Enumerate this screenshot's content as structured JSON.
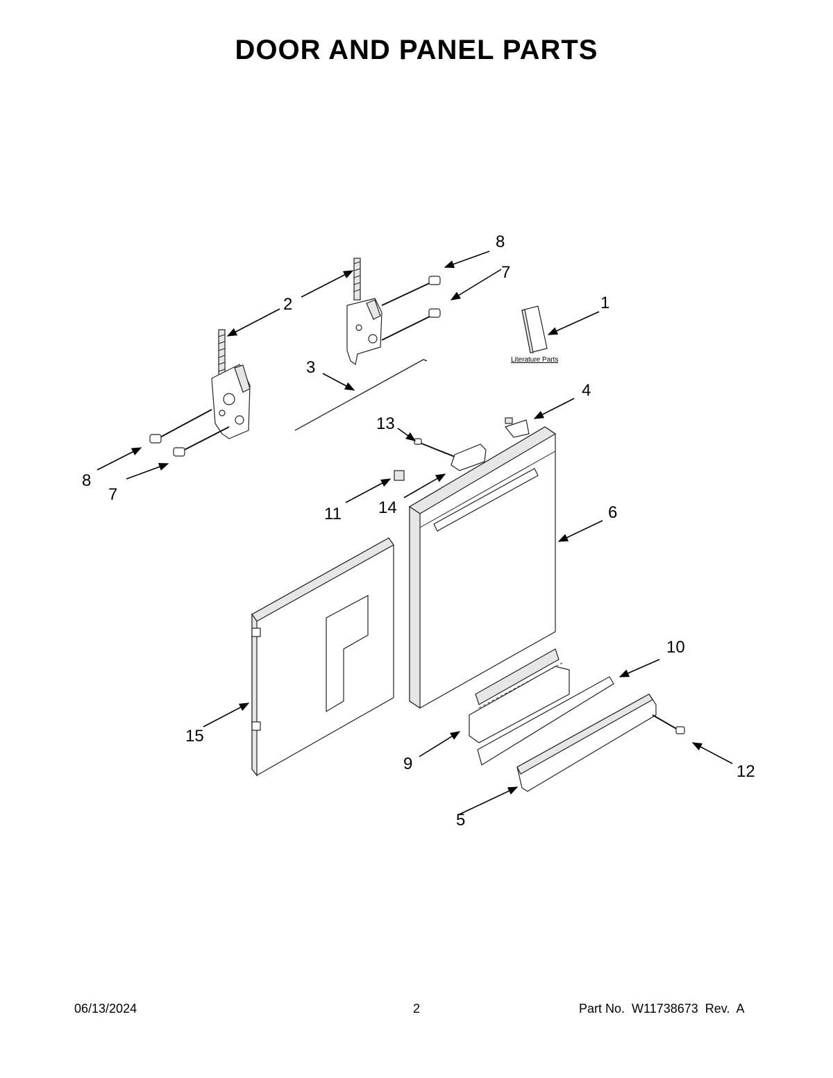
{
  "page": {
    "title": "DOOR AND PANEL PARTS",
    "date": "06/13/2024",
    "page_number": "2",
    "part_no": "Part No.  W11738673  Rev.  A"
  },
  "diagram": {
    "literature_label": "Literature Parts",
    "callouts": {
      "c1": "1",
      "c2": "2",
      "c3": "3",
      "c4": "4",
      "c5": "5",
      "c6": "6",
      "c7a": "7",
      "c7b": "7",
      "c8a": "8",
      "c8b": "8",
      "c9": "9",
      "c10": "10",
      "c11": "11",
      "c12": "12",
      "c13": "13",
      "c14": "14",
      "c15": "15"
    }
  }
}
